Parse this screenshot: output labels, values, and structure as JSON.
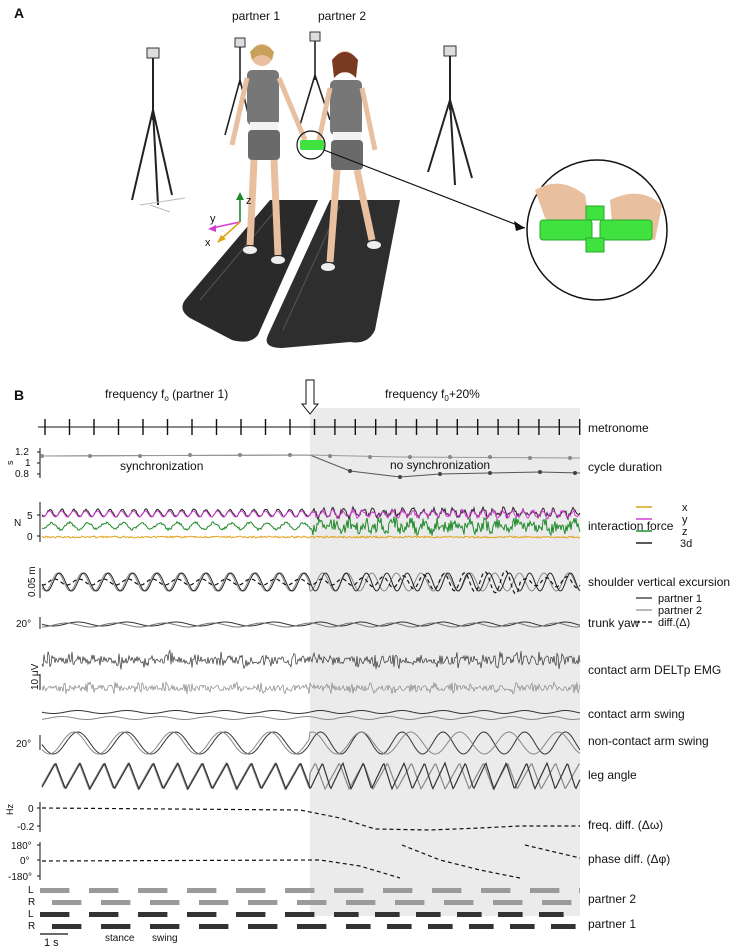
{
  "panels": {
    "a_label": "A",
    "b_label": "B"
  },
  "panel_a": {
    "partner1_label": "partner 1",
    "partner2_label": "partner 2",
    "axis_x": "x",
    "axis_y": "y",
    "axis_z": "z",
    "axis_colors": {
      "x": "#e2a21b",
      "y": "#d63ad6",
      "z": "#1f8a2a"
    },
    "handle_color": "#3fe23f",
    "treadmill_color": "#2a2a2a"
  },
  "panel_b": {
    "freq_left": "frequency  f",
    "freq_left_sub": "o",
    "freq_left_tail": " (partner 1)",
    "freq_right": "frequency  f",
    "freq_right_sub": "0",
    "freq_right_tail": "+20%",
    "shade_color": "#ebebeb",
    "row_labels": {
      "metronome": "metronome",
      "cycle_duration": "cycle duration",
      "interaction_force": "interaction force",
      "shoulder": "shoulder vertical excursion",
      "trunk_yaw": "trunk yaw",
      "emg": "contact arm DELTp EMG",
      "contact_swing": "contact arm swing",
      "noncontact_swing": "non-contact arm swing",
      "leg_angle": "leg angle",
      "freq_diff": "freq. diff. (Δω)",
      "phase_diff": "phase diff. (Δφ)",
      "partner2": "partner 2",
      "partner1": "partner 1"
    },
    "annotations": {
      "sync": "synchronization",
      "no_sync": "no synchronization"
    },
    "force_legend": [
      {
        "label": "x",
        "color": "#e2a21b"
      },
      {
        "label": "y",
        "color": "#d63ad6"
      },
      {
        "label": "z",
        "color": "#1f8a2a"
      },
      {
        "label": "3d",
        "color": "#222222"
      }
    ],
    "line_legend": [
      {
        "label": "partner 1",
        "style": "solid-dark"
      },
      {
        "label": "partner 2",
        "style": "solid-gray"
      },
      {
        "label": "diff.(Δ)",
        "style": "dashed"
      }
    ],
    "y_axes": {
      "cycle_unit": "s",
      "cycle_ticks": [
        "1.2",
        "1",
        "0.8"
      ],
      "force_unit": "N",
      "force_ticks": [
        "5",
        "0"
      ],
      "shoulder_scale": "0.05 m",
      "trunk_scale": "20°",
      "emg_scale": "10 μV",
      "arm_scale": "20°",
      "freq_unit": "Hz",
      "freq_ticks": [
        "0",
        "-0.2"
      ],
      "phase_ticks": [
        "180°",
        "0°",
        "-180°"
      ]
    },
    "footfall_letters": [
      "L",
      "R",
      "L",
      "R"
    ],
    "time_scale": "1 s",
    "stance_label": "stance",
    "swing_label": "swing"
  }
}
